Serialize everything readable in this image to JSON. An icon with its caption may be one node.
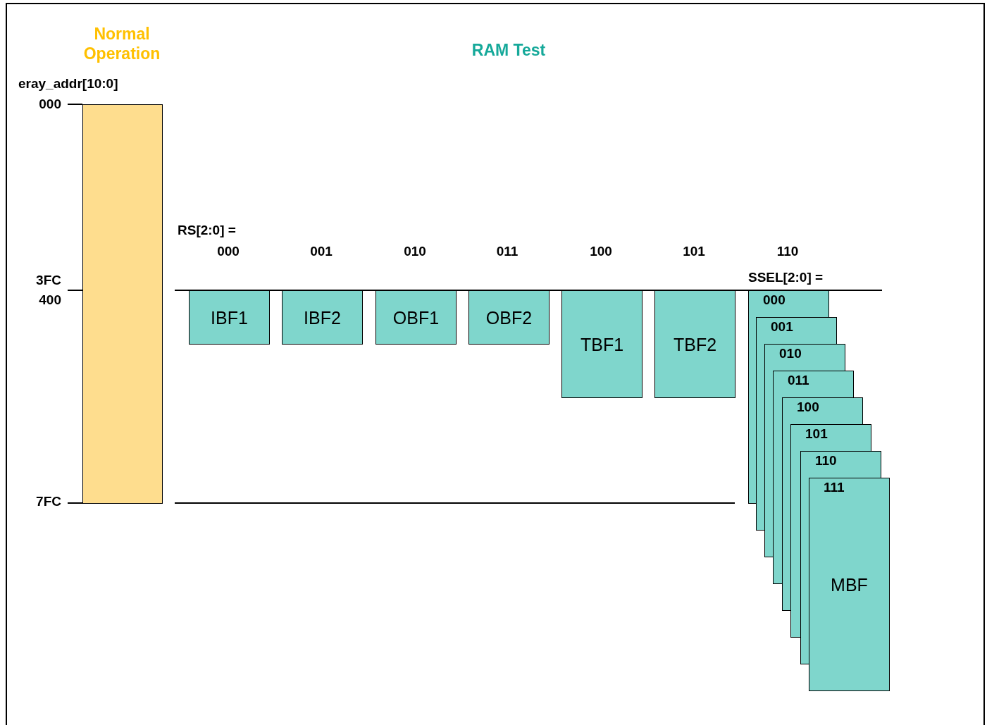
{
  "diagram": {
    "nodes": [
      {
        "text": [],
        "shape": "bar"
      },
      {
        "text": [
          "IBF1"
        ]
      },
      {
        "text": [
          "IBF2"
        ]
      },
      {
        "text": [
          "OBF1"
        ]
      },
      {
        "text": [
          "OBF2"
        ]
      },
      {
        "text": [
          "TBF1"
        ]
      },
      {
        "text": [
          "TBF2"
        ]
      },
      {
        "text": [
          "000"
        ]
      },
      {
        "text": [
          "001"
        ]
      },
      {
        "text": [
          "010"
        ]
      },
      {
        "text": [
          "011"
        ]
      },
      {
        "text": [
          "100"
        ]
      },
      {
        "text": [
          "101"
        ]
      },
      {
        "text": [
          "110"
        ]
      },
      {
        "text": [
          "111",
          "MBF"
        ]
      }
    ],
    "labels": [
      "Normal Operation",
      "RAM Test",
      "eray_addr[10:0]",
      "000",
      "RS[2:0] =",
      "000",
      "001",
      "010",
      "011",
      "100",
      "101",
      "110",
      "3FC",
      "SSEL[2:0] =",
      "400",
      "7FC"
    ]
  }
}
